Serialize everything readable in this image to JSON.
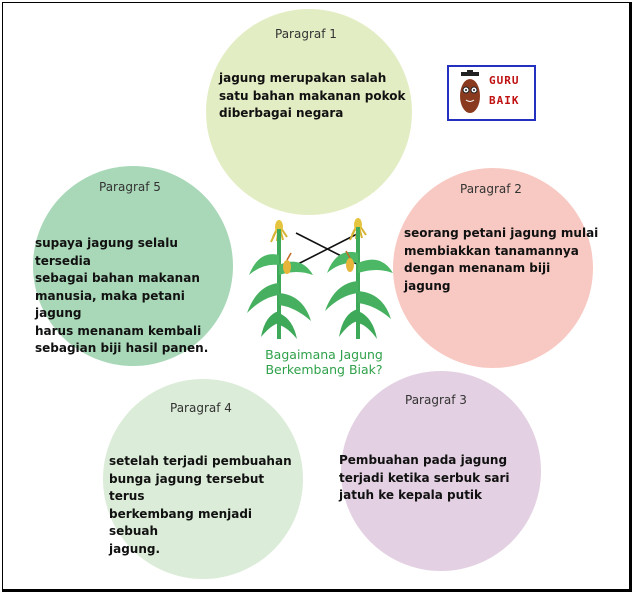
{
  "paragraphs": [
    {
      "title": "Paragraf 1",
      "lines": [
        "jagung merupakan salah",
        "satu bahan makanan pokok",
        "diberbagai negara"
      ]
    },
    {
      "title": "Paragraf 2",
      "lines": [
        "seorang petani jagung mulai",
        "membiakkan tanamannya",
        "dengan menanam biji jagung"
      ]
    },
    {
      "title": "Paragraf 3",
      "lines": [
        "Pembuahan pada jagung",
        "terjadi ketika serbuk sari",
        "jatuh ke kepala putik"
      ]
    },
    {
      "title": "Paragraf 4",
      "lines": [
        "setelah terjadi pembuahan",
        "bunga jagung tersebut terus",
        "berkembang menjadi sebuah",
        "jagung."
      ]
    },
    {
      "title": "Paragraf 5",
      "lines": [
        "supaya jagung selalu tersedia",
        "sebagai bahan makanan",
        "manusia, maka petani jagung",
        "harus menanam kembali",
        "sebagian biji hasil panen."
      ]
    }
  ],
  "center": {
    "line1": "Bagaimana Jagung",
    "line2": "Berkembang Biak?"
  },
  "logo": {
    "line1": "GURU",
    "line2": "BAIK"
  },
  "colors": {
    "p1": "#e3edc3",
    "p2": "#f8c9c2",
    "p3": "#e3d0e2",
    "p4": "#dbecd8",
    "p5": "#a9d8b8",
    "title_green": "#2fa14a"
  }
}
